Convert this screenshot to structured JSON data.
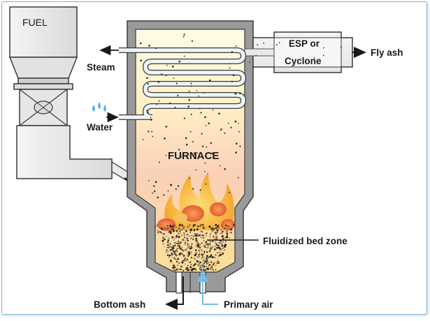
{
  "labels": {
    "fuel": "FUEL",
    "steam": "Steam",
    "water": "Water",
    "furnace": "FURNACE",
    "esp_line1": "ESP or",
    "esp_line2": "Cyclone",
    "fly_ash": "Fly ash",
    "fluidized_bed": "Fluidized bed zone",
    "bottom_ash": "Bottom ash",
    "primary_air": "Primary air"
  },
  "colors": {
    "outline": "#3a3a3a",
    "fuel_hopper": "#e8e8e8",
    "furnace_top": "#fff3c4",
    "furnace_bottom": "#f7b9a4",
    "flame": "#f4b73a",
    "flame_core": "#e8503a",
    "water_drops": "#5ab4e6",
    "tube": "#eef4f8",
    "primary_air_line": "#7ec8ea"
  }
}
